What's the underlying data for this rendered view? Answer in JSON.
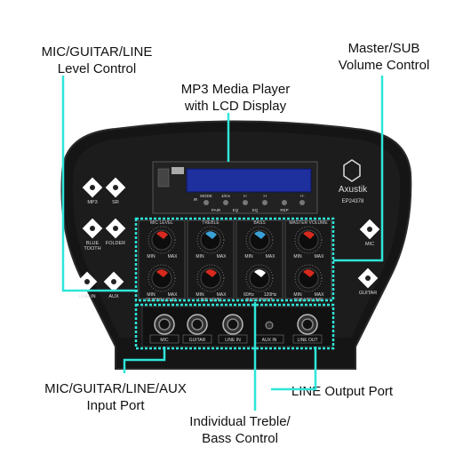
{
  "callouts": {
    "level_control": {
      "line1": "MIC/GUITAR/LINE",
      "line2": "Level Control"
    },
    "volume_control": {
      "line1": "Master/SUB",
      "line2": "Volume Control"
    },
    "media_player": {
      "line1": "MP3 Media Player",
      "line2": "with LCD Display"
    },
    "input_port": {
      "line1": "MIC/GUITAR/LINE/AUX",
      "line2": "Input Port"
    },
    "output_port": {
      "line1": "LINE Output Port"
    },
    "eq_control": {
      "line1": "Individual Treble/",
      "line2": "Bass Control"
    }
  },
  "panel": {
    "brand": "Axustik",
    "model": "EP24378",
    "left_buttons": [
      {
        "label": "MP3",
        "icon": "music-note-icon"
      },
      {
        "label": "SR",
        "icon": "sd-card-icon"
      },
      {
        "label": "BLUE\nTOOTH",
        "icon": "bluetooth-icon"
      },
      {
        "label": "FOLDER",
        "icon": "folder-icon"
      },
      {
        "label": "LINE IN",
        "icon": "line-in-icon"
      },
      {
        "label": "AUX",
        "icon": "aux-icon"
      }
    ],
    "right_buttons": [
      {
        "label": "MIC",
        "icon": "mic-icon"
      },
      {
        "label": "GUITAR",
        "icon": "guitar-icon"
      }
    ],
    "media_buttons": [
      "MODE",
      "4/ms",
      "I<",
      ">I",
      "",
      "+/-"
    ],
    "media_small_labels": [
      "IR",
      "PAIR",
      "EQ",
      "EQ",
      "REP"
    ],
    "knob_groups": [
      {
        "label": "GUITAR LEVEL",
        "knobs": [
          {
            "min": "MIN",
            "max": "MAX",
            "color": "#d62a1e"
          },
          {
            "min": "MIN",
            "max": "MAX",
            "color": "#d62a1e"
          }
        ]
      },
      {
        "label": "LINE LEVEL",
        "knobs": [
          {
            "min": "MIN",
            "max": "MAX",
            "color": "#3aa0d8"
          },
          {
            "min": "MIN",
            "max": "MAX",
            "color": "#d62a1e"
          }
        ]
      },
      {
        "label": "BASS POINT",
        "knobs": [
          {
            "min": "MIN",
            "max": "MAX",
            "color": "#3aa0d8"
          },
          {
            "min": "60Hz",
            "max": "120Hz",
            "color": "#ffffff"
          }
        ]
      },
      {
        "label": "SUB VOLUME",
        "knobs": [
          {
            "min": "MIN",
            "max": "MAX",
            "color": "#d62a1e"
          },
          {
            "min": "MIN",
            "max": "MAX",
            "color": "#d62a1e"
          }
        ]
      }
    ],
    "top_group_labels": [
      "MIC LEVEL",
      "TREBLE",
      "BASS",
      "MASTER VOLUME"
    ],
    "jacks": [
      "MIC",
      "GUITAR",
      "LINE IN",
      "AUX IN",
      "LINE OUT"
    ]
  },
  "colors": {
    "accent": "#2ee6d9",
    "panel": "#1a1a1a"
  }
}
